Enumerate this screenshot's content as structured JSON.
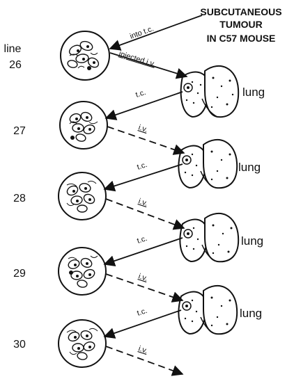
{
  "colors": {
    "ink": "#111111",
    "background": "#ffffff"
  },
  "source": {
    "lines": [
      "SUBCUTANEOUS",
      "TUMOUR",
      "IN C57 MOUSE"
    ]
  },
  "arrow_labels": {
    "into_tc": "into t.c.",
    "injected_iv": "injected i.v.",
    "tc": "t.c.",
    "iv": "i.v."
  },
  "line_header": "line",
  "rows": [
    {
      "line": "26",
      "organ": "lung"
    },
    {
      "line": "27",
      "organ": "lung"
    },
    {
      "line": "28",
      "organ": "lung"
    },
    {
      "line": "29",
      "organ": "lung"
    },
    {
      "line": "30",
      "organ": ""
    }
  ]
}
